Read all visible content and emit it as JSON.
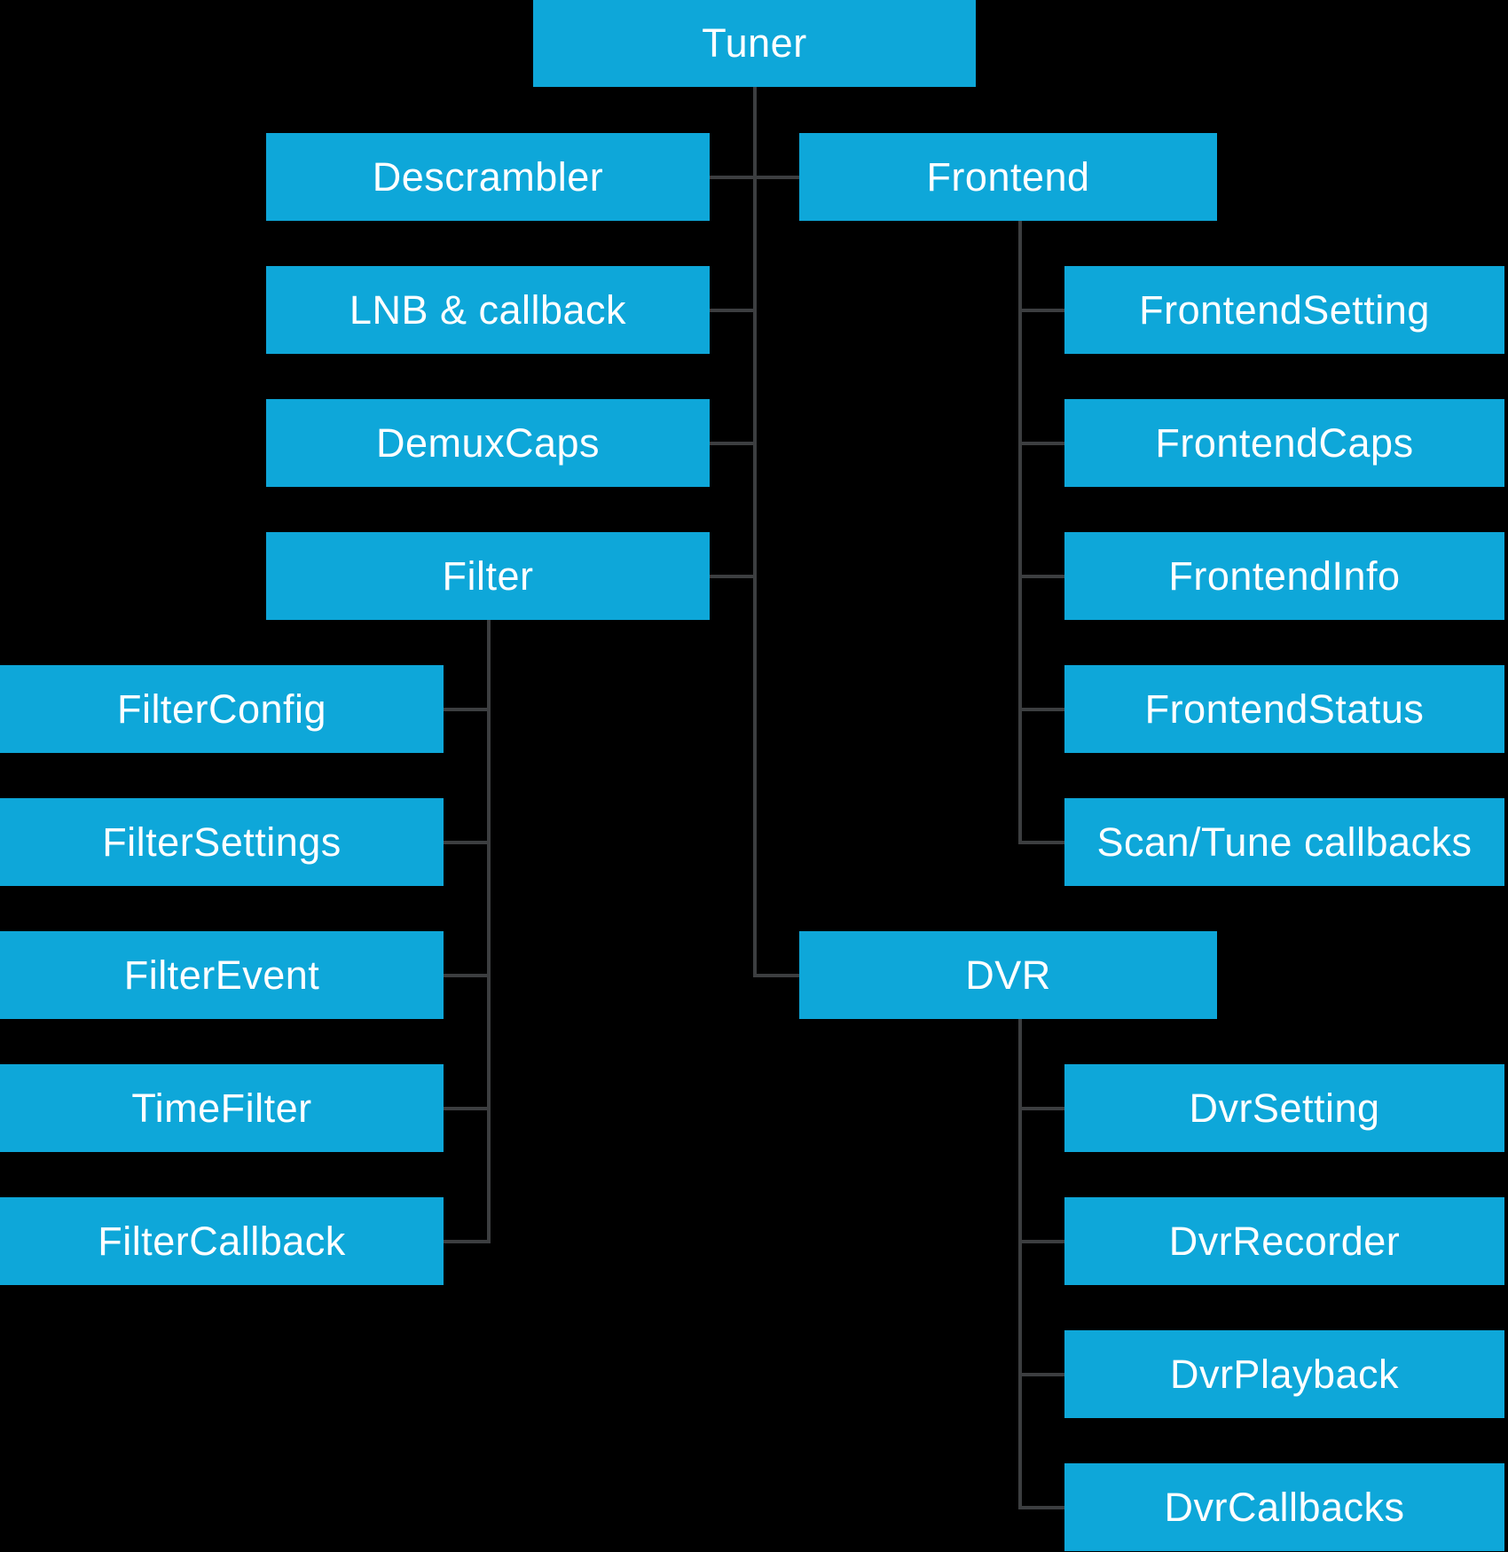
{
  "diagram": {
    "description": "Tuner framework class hierarchy",
    "colors": {
      "background": "#000000",
      "node_fill": "#0ea7d9",
      "node_text": "#ffffff",
      "connector": "#3c3e40"
    },
    "nodes": {
      "tuner": "Tuner",
      "descrambler": "Descrambler",
      "lnb": "LNB & callback",
      "demuxcaps": "DemuxCaps",
      "filter": "Filter",
      "filter_children": [
        "FilterConfig",
        "FilterSettings",
        "FilterEvent",
        "TimeFilter",
        "FilterCallback"
      ],
      "frontend": "Frontend",
      "frontend_children": [
        "FrontendSetting",
        "FrontendCaps",
        "FrontendInfo",
        "FrontendStatus",
        "Scan/Tune callbacks"
      ],
      "dvr": "DVR",
      "dvr_children": [
        "DvrSetting",
        "DvrRecorder",
        "DvrPlayback",
        "DvrCallbacks"
      ]
    },
    "hierarchy": {
      "Tuner": {
        "Descrambler": {},
        "LNB & callback": {},
        "DemuxCaps": {},
        "Filter": [
          "FilterConfig",
          "FilterSettings",
          "FilterEvent",
          "TimeFilter",
          "FilterCallback"
        ],
        "Frontend": [
          "FrontendSetting",
          "FrontendCaps",
          "FrontendInfo",
          "FrontendStatus",
          "Scan/Tune callbacks"
        ],
        "DVR": [
          "DvrSetting",
          "DvrRecorder",
          "DvrPlayback",
          "DvrCallbacks"
        ]
      }
    }
  }
}
